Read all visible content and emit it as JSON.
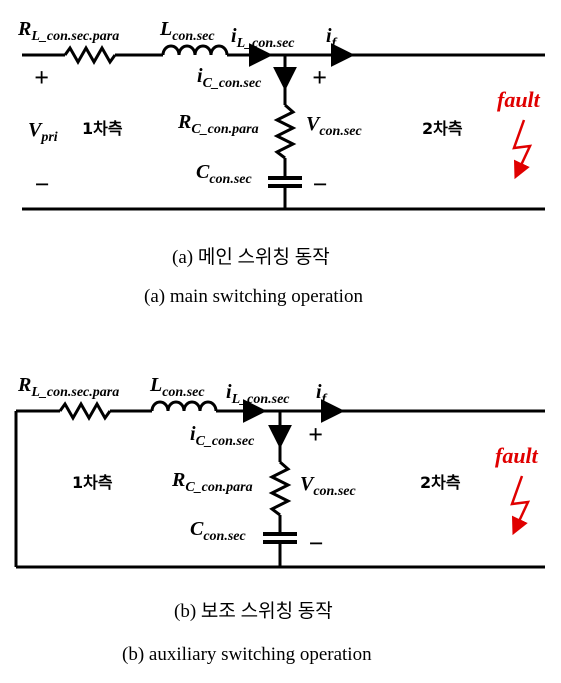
{
  "diagrams": [
    {
      "id": "a",
      "labels": {
        "resistor_series": {
          "base": "R",
          "sub": "L_con.sec.para"
        },
        "inductor": {
          "base": "L",
          "sub": "con.sec"
        },
        "current_inductor": {
          "base": "i",
          "sub": "L_con.sec"
        },
        "current_fault": {
          "base": "i",
          "sub": "f"
        },
        "current_capacitor": {
          "base": "i",
          "sub": "C_con.sec"
        },
        "resistor_shunt": {
          "base": "R",
          "sub": "C_con.para"
        },
        "capacitor": {
          "base": "C",
          "sub": "con.sec"
        },
        "voltage_sec": {
          "base": "V",
          "sub": "con.sec"
        },
        "voltage_pri": {
          "base": "V",
          "sub": "pri"
        },
        "primary_side": "1차측",
        "secondary_side": "2차측",
        "fault": "fault",
        "plus": "+",
        "minus": "−"
      },
      "caption_kr": "(a)  메인 스위칭 동작",
      "caption_en": "(a)  main  switching  operation"
    },
    {
      "id": "b",
      "labels": {
        "resistor_series": {
          "base": "R",
          "sub": "L_con.sec.para"
        },
        "inductor": {
          "base": "L",
          "sub": "con.sec"
        },
        "current_inductor": {
          "base": "i",
          "sub": "L_con.sec"
        },
        "current_fault": {
          "base": "i",
          "sub": "f"
        },
        "current_capacitor": {
          "base": "i",
          "sub": "C_con.sec"
        },
        "resistor_shunt": {
          "base": "R",
          "sub": "C_con.para"
        },
        "capacitor": {
          "base": "C",
          "sub": "con.sec"
        },
        "voltage_sec": {
          "base": "V",
          "sub": "con.sec"
        },
        "primary_side": "1차측",
        "secondary_side": "2차측",
        "fault": "fault",
        "plus": "+",
        "minus": "−"
      },
      "caption_kr": "(b)  보조 스위칭 동작",
      "caption_en": "(b)  auxiliary  switching  operation"
    }
  ],
  "colors": {
    "wire": "#000000",
    "fault": "#e00000"
  },
  "icons": [
    "resistor-icon",
    "inductor-icon",
    "capacitor-icon",
    "arrow-icon",
    "lightning-bolt-icon"
  ]
}
